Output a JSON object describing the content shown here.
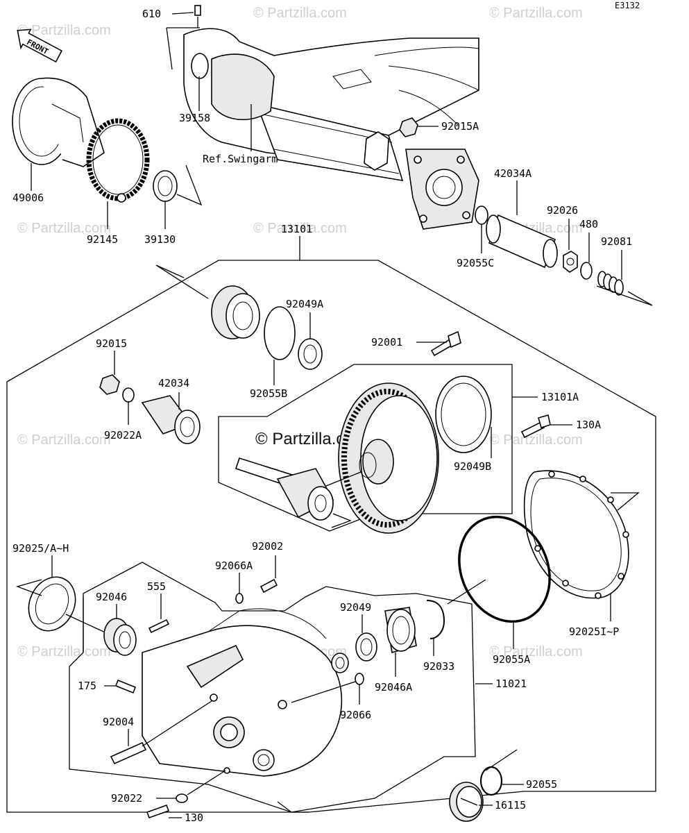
{
  "diagram": {
    "code": "E3132",
    "front_label": "FRONT",
    "watermark": "© Partzilla.com",
    "ref_swingarm": "Ref.Swingarm",
    "parts": {
      "p610": "610",
      "p39158": "39158",
      "p49006": "49006",
      "p92145": "92145",
      "p39130": "39130",
      "p92015A": "92015A",
      "p42034A": "42034A",
      "p92026": "92026",
      "p480": "480",
      "p92081": "92081",
      "p92055C": "92055C",
      "p13101": "13101",
      "p92049A": "92049A",
      "p92055B": "92055B",
      "p92001": "92001",
      "p92015": "92015",
      "p42034": "42034",
      "p92022A": "92022A",
      "p13101A": "13101A",
      "p130A": "130A",
      "p92049B": "92049B",
      "p92025AH": "92025/A~H",
      "p92002": "92002",
      "p92066A": "92066A",
      "p92046": "92046",
      "p555": "555",
      "p92049": "92049",
      "p92033": "92033",
      "p92055A": "92055A",
      "p92025IP": "92025I~P",
      "p175": "175",
      "p92046A": "92046A",
      "p11021": "11021",
      "p92066": "92066",
      "p92004": "92004",
      "p92022": "92022",
      "p130": "130",
      "p92055": "92055",
      "p16115": "16115"
    }
  }
}
